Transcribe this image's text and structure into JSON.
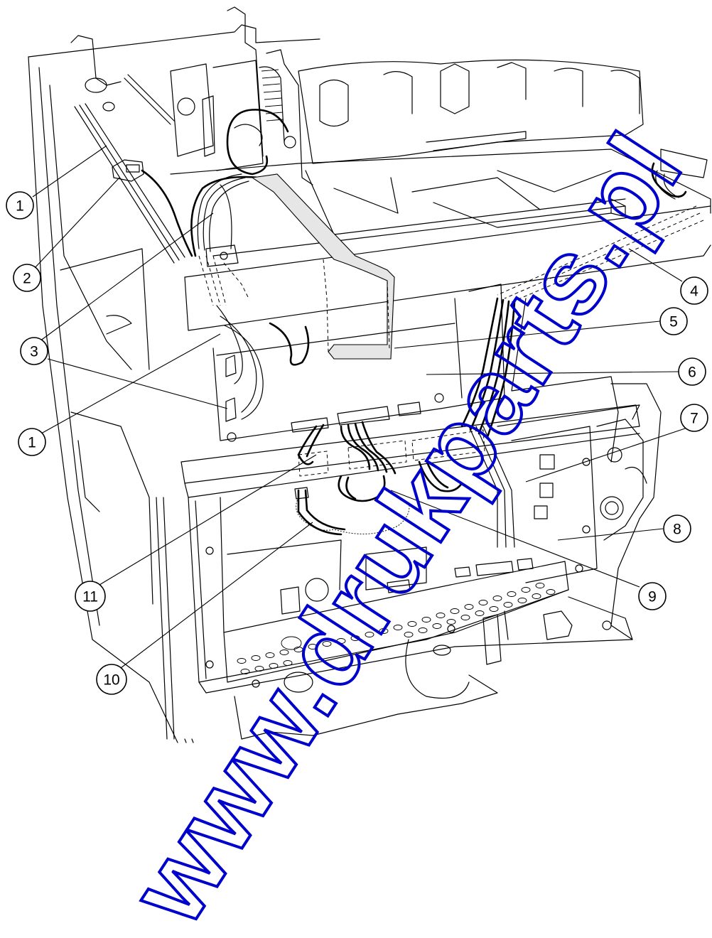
{
  "callouts": [
    {
      "id": "c1a",
      "label": "1"
    },
    {
      "id": "c2",
      "label": "2"
    },
    {
      "id": "c3a",
      "label": "3"
    },
    {
      "id": "c3b",
      "label": "3"
    },
    {
      "id": "c1b",
      "label": "1"
    },
    {
      "id": "c4",
      "label": "4"
    },
    {
      "id": "c5",
      "label": "5"
    },
    {
      "id": "c6",
      "label": "6"
    },
    {
      "id": "c7",
      "label": "7"
    },
    {
      "id": "c8",
      "label": "8"
    },
    {
      "id": "c9",
      "label": "9"
    },
    {
      "id": "c10",
      "label": "10"
    },
    {
      "id": "c11",
      "label": "11"
    }
  ],
  "watermark": {
    "text": "www.drukparts.pl",
    "color": "#0000cc"
  }
}
